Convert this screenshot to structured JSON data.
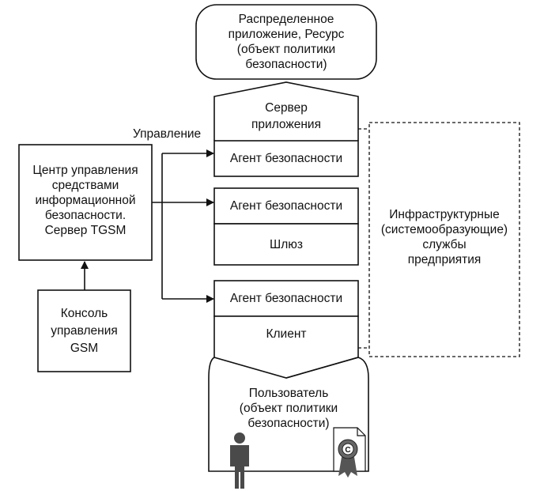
{
  "resource_box": {
    "lines": [
      "Распределенное",
      "приложение, Ресурс",
      "(объект политики",
      "безопасности)"
    ]
  },
  "app_server": {
    "lines": [
      "Сервер",
      "приложения"
    ]
  },
  "management_label": "Управление",
  "agent_1": "Агент безопасности",
  "agent_2": "Агент безопасности",
  "gateway": "Шлюз",
  "agent_3": "Агент безопасности",
  "client": "Клиент",
  "user_box": {
    "lines": [
      "Пользователь",
      "(объект политики",
      "безопасности)"
    ]
  },
  "control_center": {
    "lines": [
      "Центр управления",
      "средствами",
      "информационной",
      "безопасности.",
      "Сервер TGSM"
    ]
  },
  "console": {
    "lines": [
      "Консоль",
      "управления",
      "GSM"
    ]
  },
  "infrastructure": {
    "lines": [
      "Инфраструктурные",
      "(системообразующие)",
      "службы",
      "предприятия"
    ]
  },
  "icons": [
    "person-icon",
    "certificate-icon"
  ]
}
